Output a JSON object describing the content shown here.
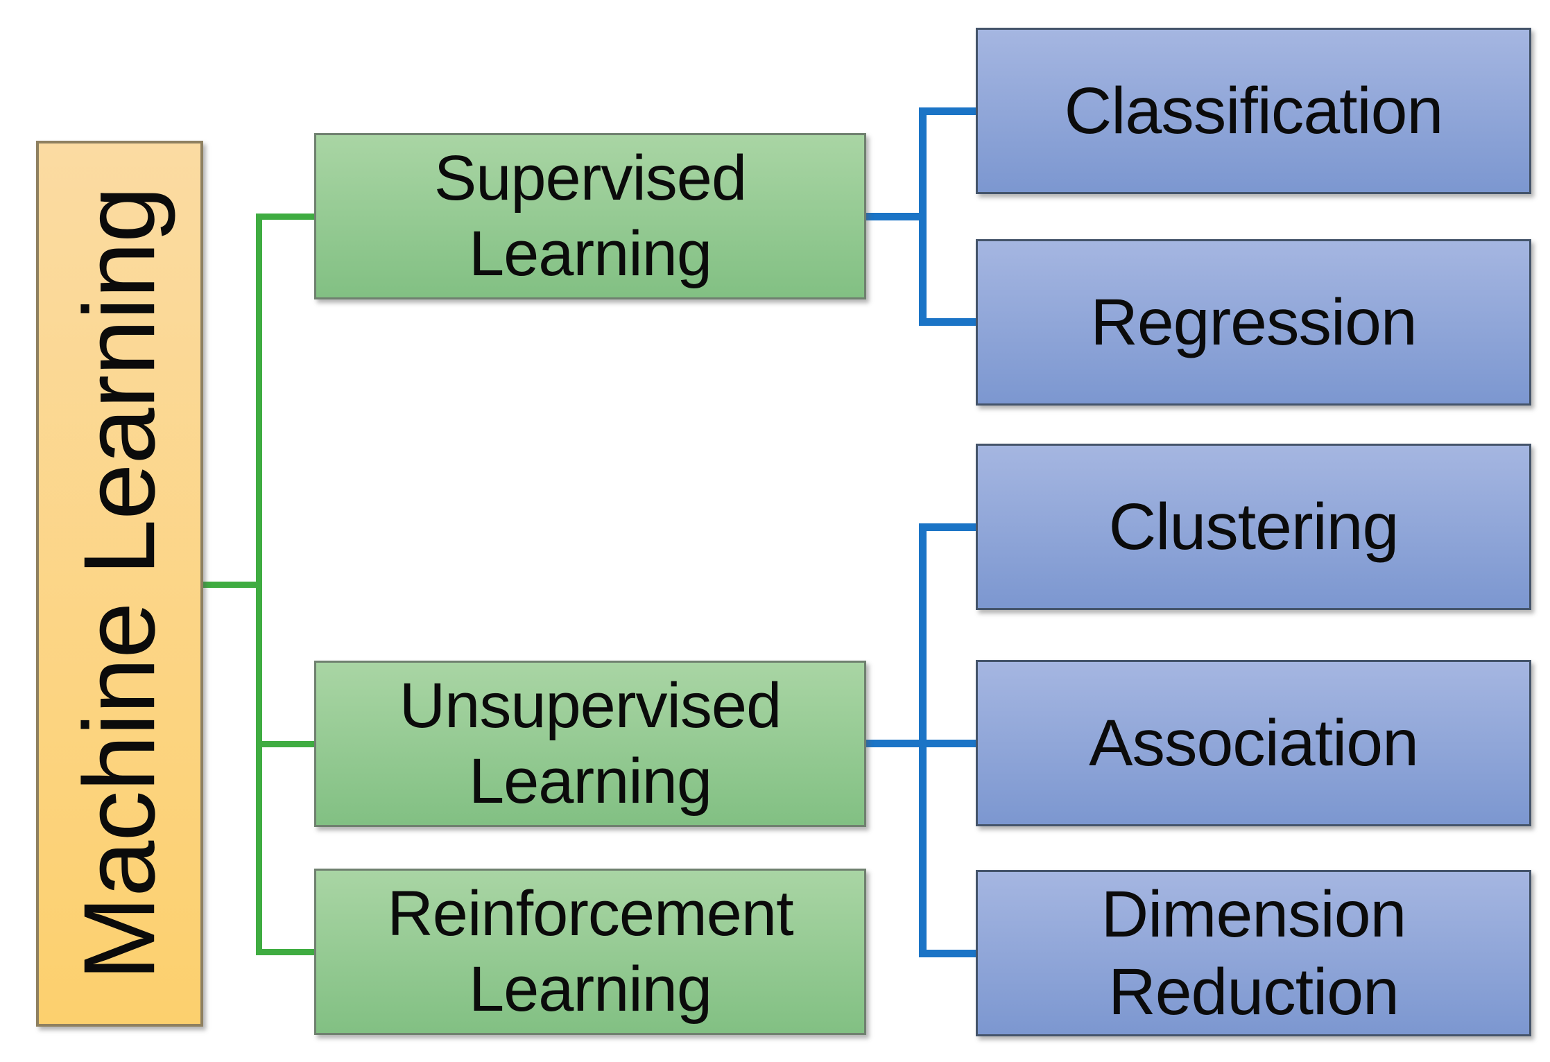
{
  "tree": {
    "root": {
      "label": "Machine Learning"
    },
    "branches": [
      {
        "label": "Supervised Learning",
        "children": [
          "Classification",
          "Regression"
        ]
      },
      {
        "label": "Unsupervised Learning",
        "children": [
          "Clustering",
          "Association",
          "Dimension Reduction"
        ]
      },
      {
        "label": "Reinforcement Learning",
        "children": []
      }
    ]
  },
  "colors": {
    "root_fill": "linear-gradient(180deg, #FBDBA2 0%, #FCD06E 100%)",
    "branch_fill": "linear-gradient(180deg, #A9D5A4 0%, #82C083 100%)",
    "leaf_fill": "linear-gradient(180deg, #A5B6E1 0%, #7C97D0 100%)",
    "branch_connector": "#3FAC41",
    "leaf_connector": "#1B74C6",
    "text": "#0b0b0b",
    "background": "#ffffff"
  }
}
